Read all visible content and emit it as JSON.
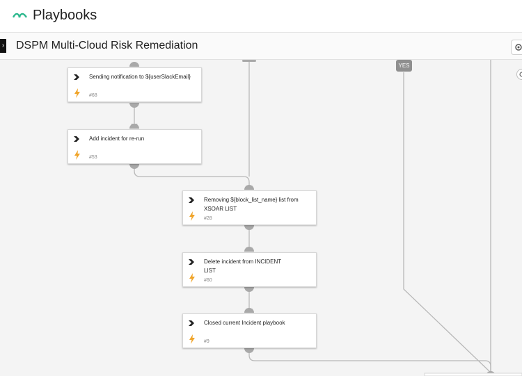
{
  "header": {
    "title": "Playbooks"
  },
  "playbook": {
    "title": "DSPM Multi-Cloud Risk Remediation"
  },
  "branch_label": "YES",
  "tasks": [
    {
      "name": "Sending notification to ${userSlackEmail}",
      "number": "#68"
    },
    {
      "name": "Add incident for re-run",
      "number": "#53"
    },
    {
      "name": "Removing ${block_list_name} list from XSOAR LIST",
      "number": "#28"
    },
    {
      "name": "Delete incident from INCIDENT LIST",
      "number": "#60"
    },
    {
      "name": "Closed current Incident playbook",
      "number": "#9"
    }
  ],
  "icons": {
    "task_type": "chevron-right-icon",
    "task_action": "lightning-bolt-icon",
    "settings": "gear-icon",
    "expand": "chevron-right-icon",
    "zoom": "zoom-icon"
  },
  "colors": {
    "accent": "#2fb98f",
    "bolt": "#f0a429",
    "connector": "#b8b8b8",
    "badge": "#8f8f8f"
  }
}
